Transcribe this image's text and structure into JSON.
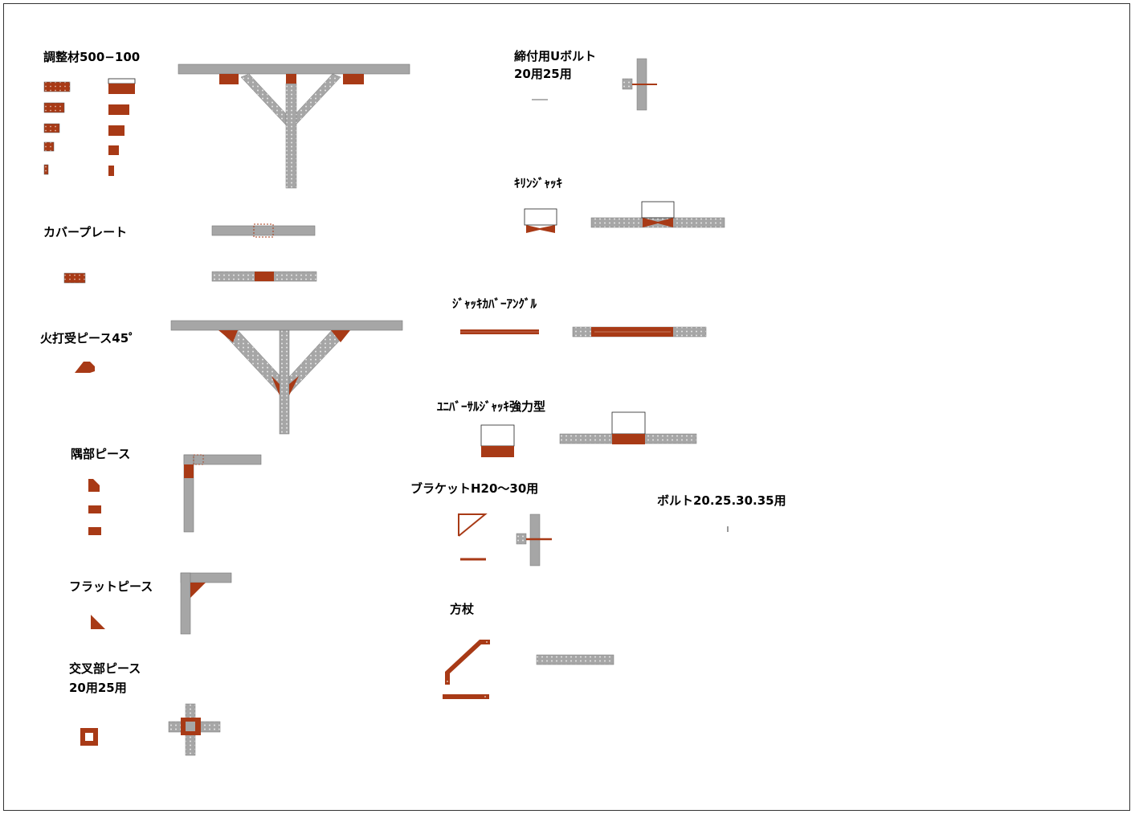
{
  "colors": {
    "steel": "#a6a6a6",
    "piece": "#a83a16",
    "outline": "#555555",
    "hole": "#dcdcdc"
  },
  "labels": {
    "adjuster": "調整材500−100",
    "cover_plate": "カバープレート",
    "hiuchi_piece": "火打受ピース45゜",
    "corner_piece": "隅部ピース",
    "flat_piece": "フラットピース",
    "cross_piece_1": "交叉部ピース",
    "cross_piece_2": "20用25用",
    "u_bolt_1": "締付用Uボルト",
    "u_bolt_2": "20用25用",
    "kirin_jack": "ｷﾘﾝｼﾞｬｯｷ",
    "jack_cover_angle": "ｼﾞｬｯｷｶﾊﾞｰｱﾝｸﾞﾙ",
    "universal_jack": "ﾕﾆﾊﾞｰｻﾙｼﾞｬｯｷ強力型",
    "bracket": "ブラケットH20～30用",
    "bolt": "ボルト20.25.30.35用",
    "houzue": "方杖"
  }
}
